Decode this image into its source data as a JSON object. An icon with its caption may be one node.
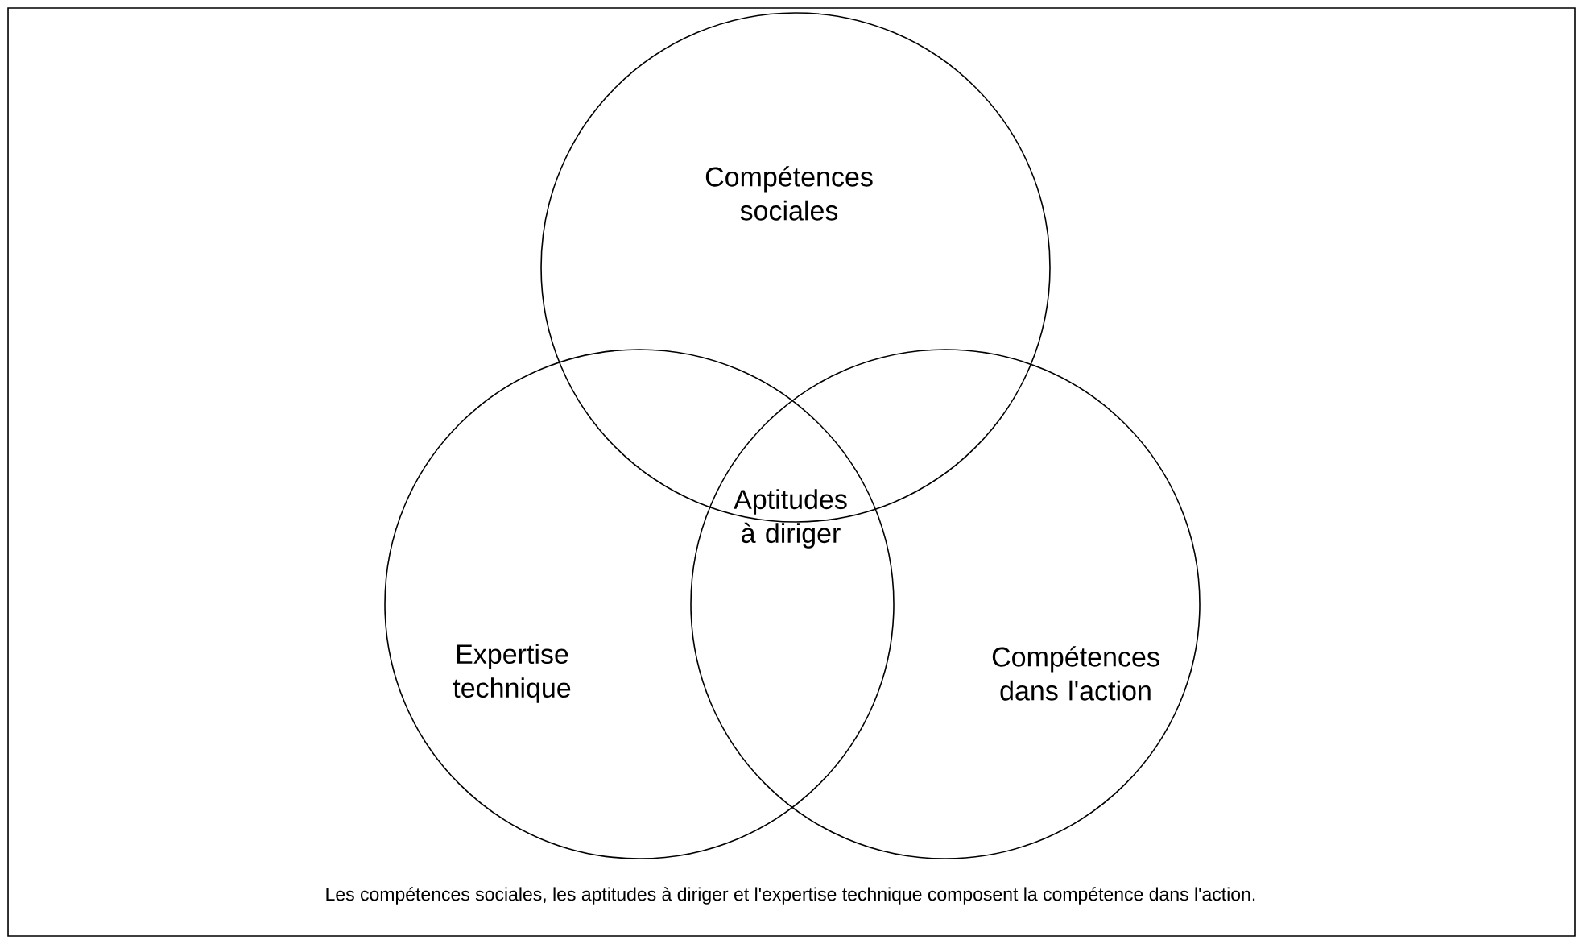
{
  "diagram": {
    "caption": "Les compétences sociales, les aptitudes à diriger et l'expertise technique composent la compétence dans l'action.",
    "nodes": [
      {
        "text": [
          "Compétences sociales"
        ]
      },
      {
        "text": [
          "Expertise technique"
        ]
      },
      {
        "text": [
          "Compétences dans l'action"
        ]
      }
    ],
    "labels": [
      "Aptitudes à diriger"
    ]
  }
}
